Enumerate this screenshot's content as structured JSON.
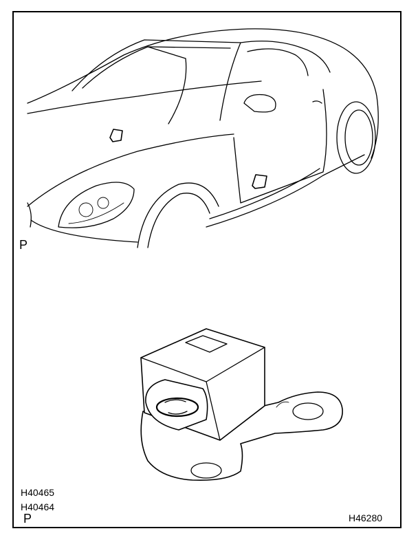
{
  "labels": {
    "view_top": "P",
    "view_bottom": "P",
    "code_1": "H40465",
    "code_2": "H40464",
    "code_3": "H46280"
  },
  "colors": {
    "line": "#000000",
    "background": "#ffffff"
  }
}
